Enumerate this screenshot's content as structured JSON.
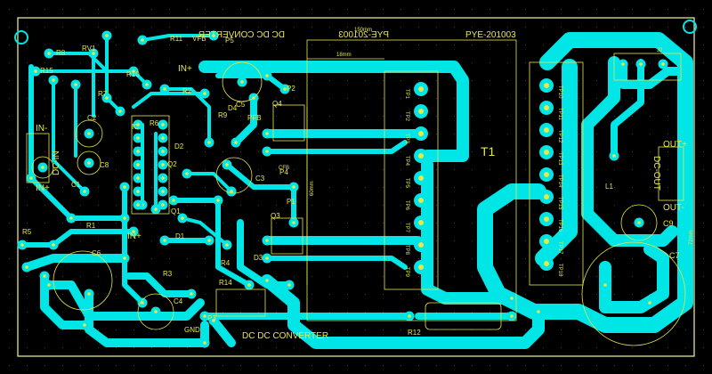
{
  "board": {
    "title_mirrored": "DC DC CONVERTER",
    "title_bottom": "DC DC CONVERTER",
    "code_mirrored": "PYE-201003",
    "code": "PYE-201003",
    "dim_width": "150mm",
    "dim_height": "72mm",
    "dim_18": "18mm",
    "dim_60": "60mm"
  },
  "colors": {
    "background": "#000000",
    "copper": "#00e5e5",
    "silkscreen": "#e8e84a",
    "outline": "#f5f5a0"
  },
  "labels": {
    "r11": "R11",
    "vfb": "VFB",
    "p5": "P5",
    "rv1": "RV1",
    "r8": "R8",
    "r15": "R15",
    "r10": "R10",
    "r7": "R7",
    "r2": "R2",
    "r6": "R6",
    "r9": "R9",
    "r1": "R1",
    "r3": "R3",
    "r4": "R4",
    "r14": "R14",
    "r12": "R12",
    "r5": "R5",
    "c2": "C2",
    "c8": "C8",
    "c1": "C1",
    "c6": "C6",
    "c4": "C4",
    "c5": "C5",
    "c3": "C3",
    "c9": "C9",
    "c7": "C7",
    "d4": "D4",
    "d2": "D2",
    "d1": "D1",
    "d3": "D3",
    "q4": "Q4",
    "q2": "Q2",
    "q1": "Q1",
    "q3": "Q3",
    "ic": "IC",
    "l1": "L1",
    "t1": "T1",
    "p1": "P1",
    "p2": "P2",
    "p3": "P3",
    "p4": "P4",
    "pfb": "PFB",
    "cfb": "CFB",
    "in_plus_top": "IN+",
    "in_minus_left": "IN-",
    "in_plus_left": "IN+",
    "in_plus_mid": "IN+",
    "dc_in": "DC-IN",
    "out_plus": "OUT+",
    "out_minus": "OUT-",
    "dc_out": "DC-OUT",
    "gnd": "GND",
    "j2": "J2",
    "j1": "J1",
    "tp_left": [
      "TP1",
      "TP2",
      "TP3",
      "TP4",
      "TP5",
      "TP6",
      "TP7",
      "TP8",
      "TP9"
    ],
    "tp_right": [
      "TP10",
      "TP11",
      "TP12",
      "TP13",
      "TP14",
      "TP15",
      "TP16",
      "TP17",
      "TP18"
    ]
  }
}
